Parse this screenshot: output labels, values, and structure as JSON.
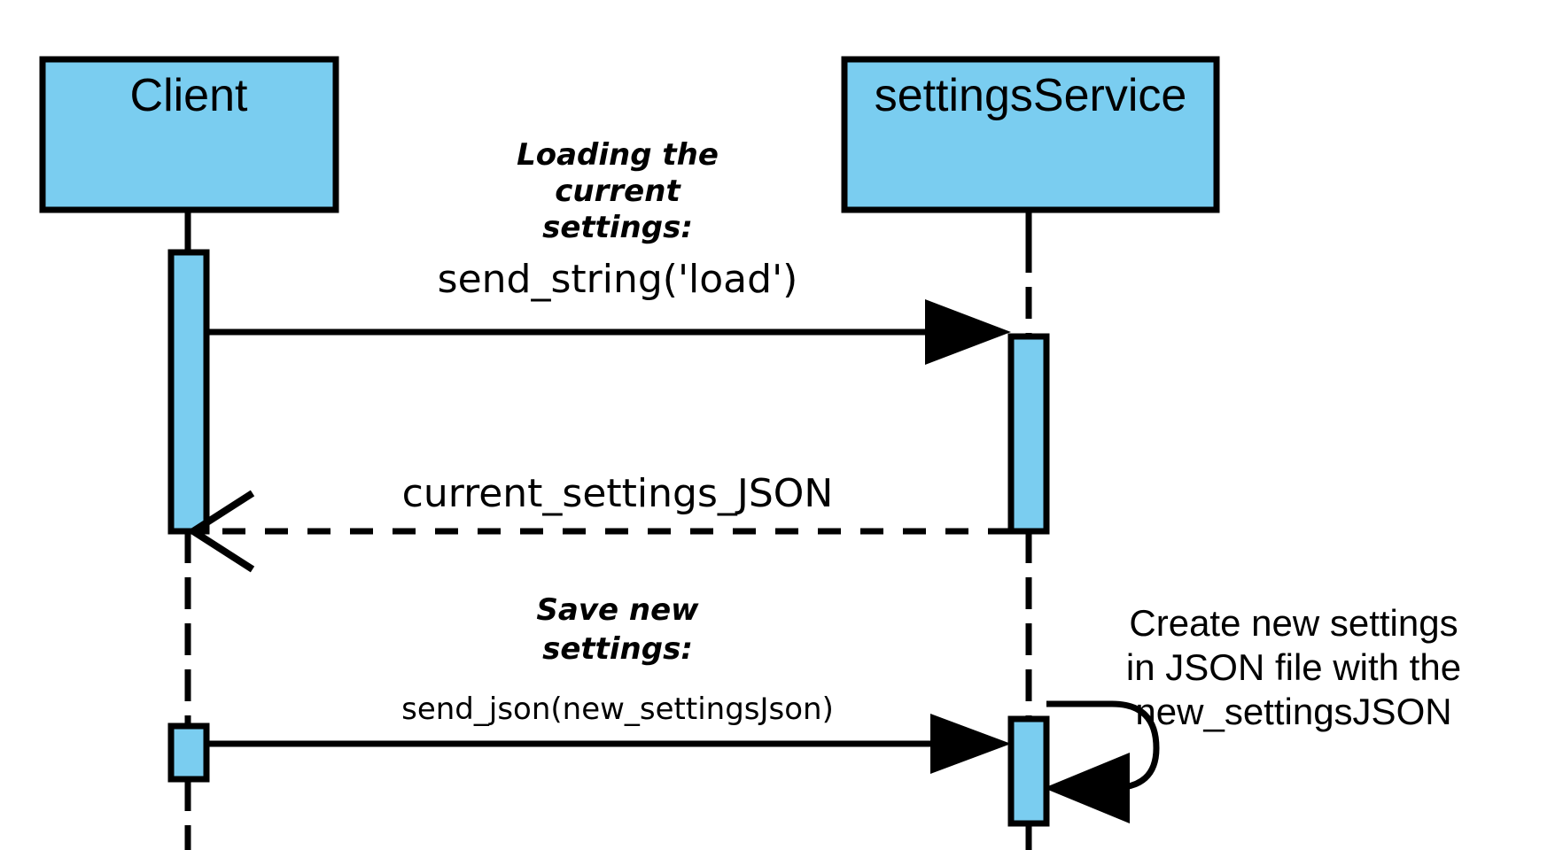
{
  "diagram": {
    "type": "uml-sequence-diagram",
    "background_color": "#ffffff",
    "line_color": "#000000",
    "participant_fill": "#7acdf0",
    "activation_fill": "#7acdf0",
    "participants": [
      {
        "id": "client",
        "label": "Client"
      },
      {
        "id": "settingsService",
        "label": "settingsService"
      }
    ],
    "phases": [
      {
        "id": "phase-load",
        "label_lines": [
          "Loading the",
          "current",
          "settings:"
        ]
      },
      {
        "id": "phase-save",
        "label_lines": [
          "Save new",
          "settings:"
        ]
      }
    ],
    "messages": [
      {
        "id": "msg-send-load",
        "label": "send_string('load')",
        "from": "client",
        "to": "settingsService",
        "style": "solid",
        "arrow": "filled"
      },
      {
        "id": "msg-current-settings",
        "label": "current_settings_JSON",
        "from": "settingsService",
        "to": "client",
        "style": "dashed",
        "arrow": "open"
      },
      {
        "id": "msg-send-json",
        "label": "send_json(new_settingsJson)",
        "from": "client",
        "to": "settingsService",
        "style": "solid",
        "arrow": "filled"
      },
      {
        "id": "msg-self-create",
        "label": "",
        "from": "settingsService",
        "to": "settingsService",
        "style": "self-loop",
        "arrow": "filled"
      }
    ],
    "notes": [
      {
        "id": "note-create-settings",
        "lines": [
          "Create new settings",
          "in JSON file with the",
          "new_settingsJSON"
        ]
      }
    ]
  }
}
